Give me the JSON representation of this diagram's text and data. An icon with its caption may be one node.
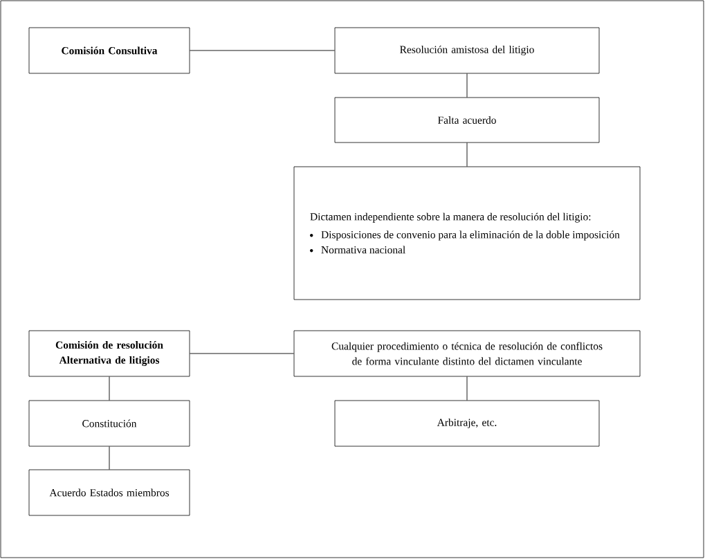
{
  "diagram": {
    "nodes": [
      {
        "text": [
          "Comisión Consultiva"
        ]
      },
      {
        "text": [
          "Resolución amistosa del litigio"
        ]
      },
      {
        "text": [
          "Falta acuerdo"
        ]
      },
      {
        "text": [
          "Dictamen independiente sobre la manera de resolución del litigio:",
          "Disposiciones de convenio para la eliminación de la doble imposición",
          "Normativa nacional"
        ]
      },
      {
        "text": [
          "Comisión de resolución Alternativa de litigios"
        ]
      },
      {
        "text": [
          "Cualquier procedimiento o técnica de resolución de conflictos de forma vinculante distinto del dictamen vinculante"
        ]
      },
      {
        "text": [
          "Constitución"
        ]
      },
      {
        "text": [
          "Arbitraje, etc."
        ]
      },
      {
        "text": [
          "Acuerdo Estados miembros"
        ]
      }
    ],
    "edges": [
      {
        "from": 0,
        "to": 1,
        "arrow": "none"
      },
      {
        "from": 1,
        "to": 2,
        "arrow": "none"
      },
      {
        "from": 2,
        "to": 3,
        "arrow": "none"
      },
      {
        "from": 4,
        "to": 5,
        "arrow": "none"
      },
      {
        "from": 4,
        "to": 6,
        "arrow": "none"
      },
      {
        "from": 6,
        "to": 8,
        "arrow": "none"
      },
      {
        "from": 5,
        "to": 7,
        "arrow": "none"
      }
    ]
  }
}
